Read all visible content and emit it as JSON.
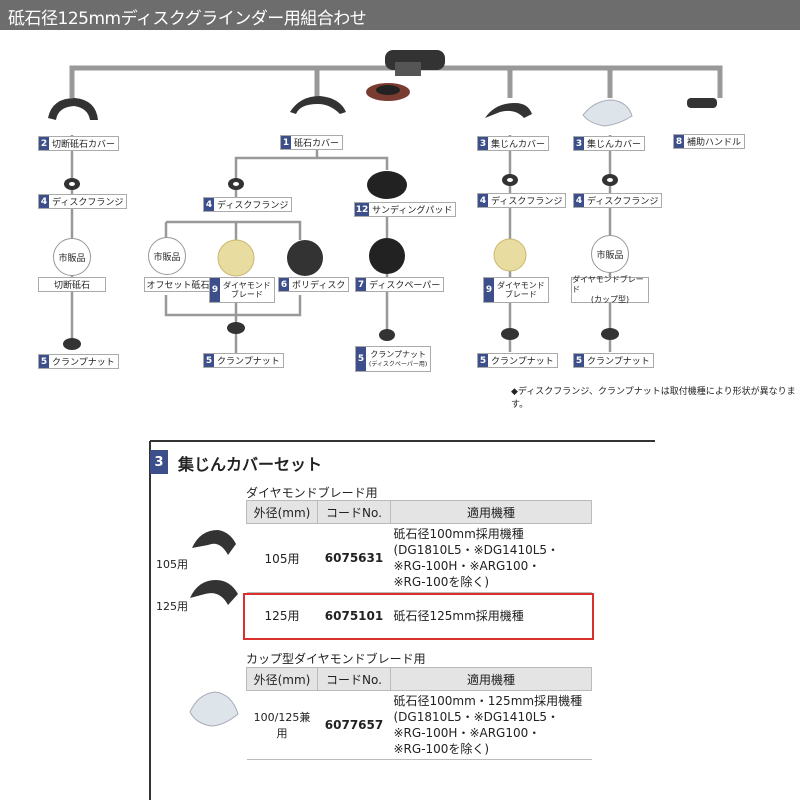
{
  "header": {
    "title": "砥石径125mmディスクグラインダー用組合わせ"
  },
  "tree": {
    "col1": {
      "cover": {
        "num": "2",
        "text": "切断砥石カバー"
      },
      "flange": {
        "num": "4",
        "text": "ディスクフランジ"
      },
      "shop": "市販品",
      "wheel": "切断砥石",
      "nut": {
        "num": "5",
        "text": "クランプナット"
      }
    },
    "col2": {
      "cover": {
        "num": "1",
        "text": "砥石カバー"
      },
      "flange": {
        "num": "4",
        "text": "ディスクフランジ"
      },
      "shop": "市販品",
      "offset": "オフセット砥石",
      "diamond": {
        "num": "9",
        "text1": "ダイヤモンド",
        "text2": "ブレード"
      },
      "poly": {
        "num": "6",
        "text": "ポリディスク"
      },
      "nut": {
        "num": "5",
        "text": "クランプナット"
      }
    },
    "col3": {
      "pad": {
        "num": "12",
        "text": "サンディングパッド"
      },
      "paper": {
        "num": "7",
        "text": "ディスクペーパー"
      },
      "nut": {
        "num": "5",
        "text1": "クランプナット",
        "text2": "(ディスクペーパー用)"
      }
    },
    "col4": {
      "cover": {
        "num": "3",
        "text": "集じんカバー"
      },
      "flange": {
        "num": "4",
        "text": "ディスクフランジ"
      },
      "diamond": {
        "num": "9",
        "text1": "ダイヤモンド",
        "text2": "ブレード"
      },
      "nut": {
        "num": "5",
        "text": "クランプナット"
      }
    },
    "col5": {
      "cover": {
        "num": "3",
        "text": "集じんカバー"
      },
      "flange": {
        "num": "4",
        "text": "ディスクフランジ"
      },
      "shop": "市販品",
      "diamond_text1": "ダイヤモンドブレード",
      "diamond_text2": "(カップ型)",
      "nut": {
        "num": "5",
        "text": "クランプナット"
      }
    },
    "col6": {
      "handle": {
        "num": "8",
        "text": "補助ハンドル"
      }
    },
    "note": "◆ディスクフランジ、クランプナットは取付機種により形状が異なります。"
  },
  "section": {
    "num": "3",
    "title": "集じんカバーセット",
    "sub1": "ダイヤモンドブレード用",
    "sub2": "カップ型ダイヤモンドブレード用",
    "side_labels": [
      "105用",
      "125用"
    ],
    "table1": {
      "headers": [
        "外径(mm)",
        "コードNo.",
        "適用機種"
      ],
      "rows": [
        {
          "size": "105用",
          "code": "6075631",
          "models": [
            "砥石径100mm採用機種",
            "(DG1810L5・※DG1410L5・",
            "※RG-100H・※ARG100・",
            "※RG-100を除く)"
          ]
        },
        {
          "size": "125用",
          "code": "6075101",
          "models": [
            "砥石径125mm採用機種"
          ]
        }
      ]
    },
    "table2": {
      "headers": [
        "外径(mm)",
        "コードNo.",
        "適用機種"
      ],
      "rows": [
        {
          "size": "100/125兼用",
          "code": "6077657",
          "models": [
            "砥石径100mm・125mm採用機種",
            "(DG1810L5・※DG1410L5・",
            "※RG-100H・※ARG100・",
            "※RG-100を除く)"
          ]
        }
      ]
    }
  }
}
